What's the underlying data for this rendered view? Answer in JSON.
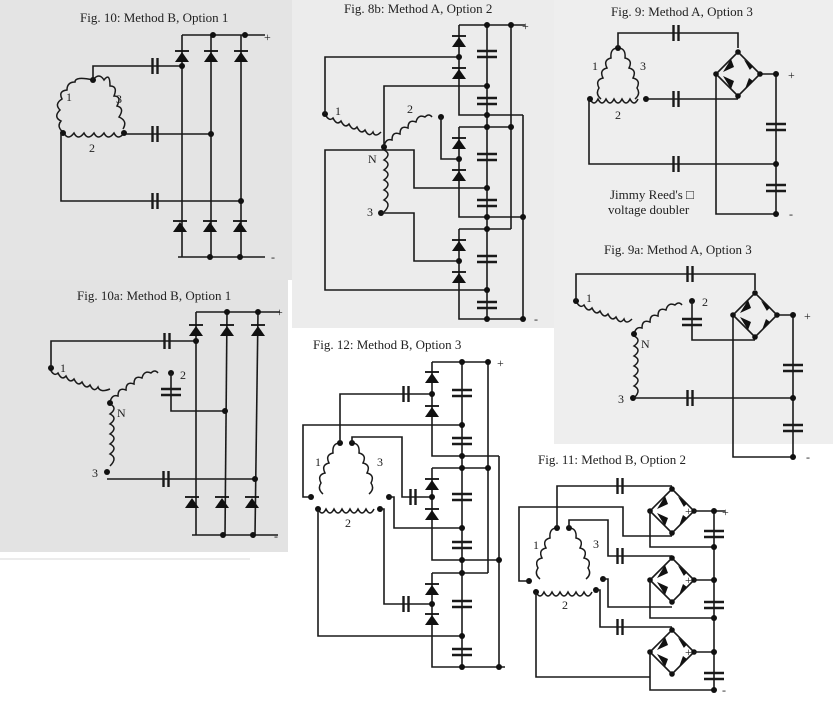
{
  "figures": {
    "fig10": {
      "caption": "Fig. 10: Method B, Option 1",
      "labels": {
        "w1": "1",
        "w2": "2",
        "w3": "3",
        "plus": "+",
        "minus": "-"
      }
    },
    "fig8b": {
      "caption": "Fig. 8b: Method  A, Option 2",
      "labels": {
        "w1": "1",
        "w2": "2",
        "w3": "3",
        "n": "N",
        "plus": "+",
        "minus": "-"
      }
    },
    "fig9": {
      "caption": "Fig. 9: Method A, Option 3",
      "labels": {
        "w1": "1",
        "w2": "2",
        "w3": "3",
        "plus": "+",
        "minus": "-"
      },
      "note_line1": "Jimmy Reed's □",
      "note_line2": "voltage doubler"
    },
    "fig9a": {
      "caption": "Fig. 9a: Method A, Option 3",
      "labels": {
        "w1": "1",
        "w2": "2",
        "w3": "3",
        "n": "N",
        "plus": "+",
        "minus": "-"
      }
    },
    "fig10a": {
      "caption": "Fig. 10a: Method B, Option 1",
      "labels": {
        "w1": "1",
        "w2": "2",
        "w3": "3",
        "n": "N",
        "plus": "+",
        "minus": "-"
      }
    },
    "fig12": {
      "caption": "Fig. 12: Method B, Option 3",
      "labels": {
        "w1": "1",
        "w2": "2",
        "w3": "3",
        "plus": "+",
        "minus": "-"
      }
    },
    "fig11": {
      "caption": "Fig. 11: Method B, Option 2",
      "labels": {
        "w1": "1",
        "w2": "2",
        "w3": "3",
        "plus": "+",
        "minus": "-",
        "bridge_plus": "+"
      }
    }
  }
}
